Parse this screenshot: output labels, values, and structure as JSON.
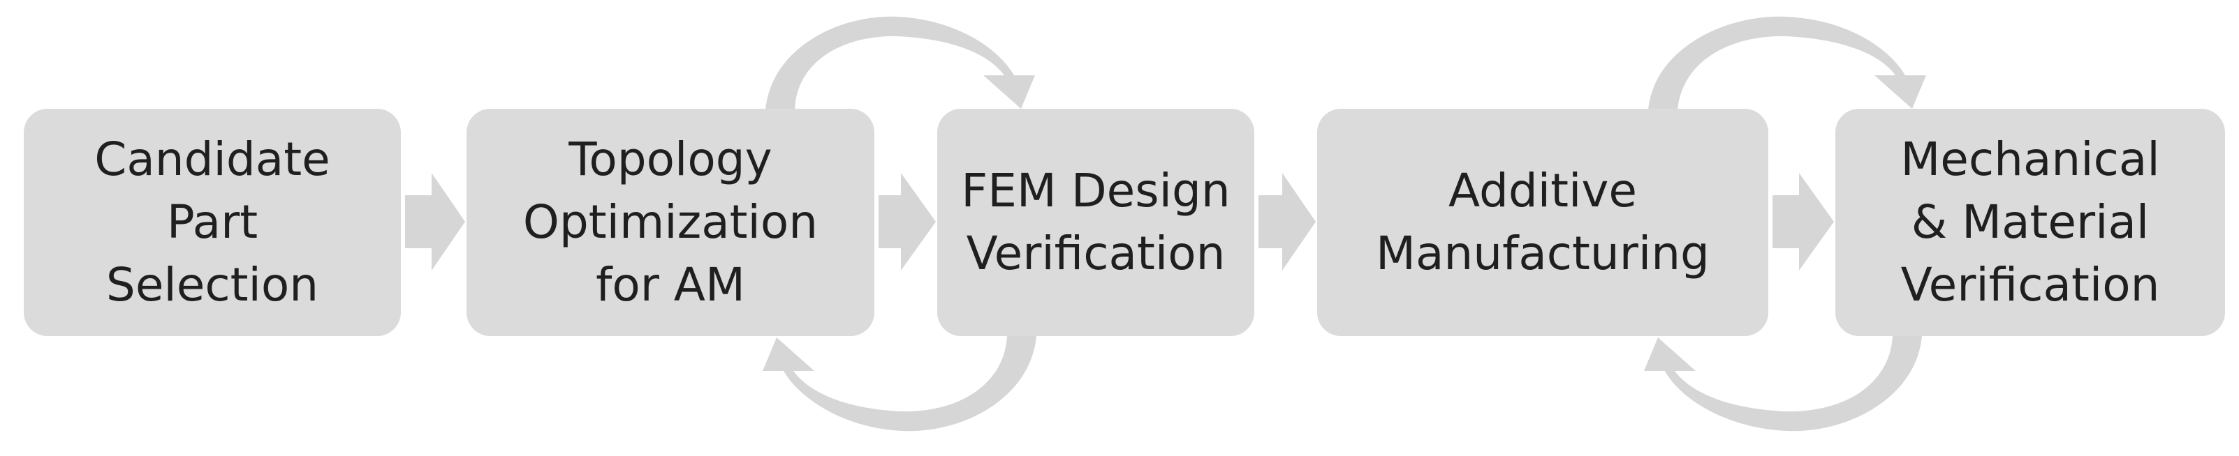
{
  "steps": [
    {
      "id": "candidate-part-selection",
      "lines": [
        "Candidate",
        "Part",
        "Selection"
      ]
    },
    {
      "id": "topology-optimization",
      "lines": [
        "Topology",
        "Optimization",
        "for AM"
      ]
    },
    {
      "id": "fem-design-verification",
      "lines": [
        "FEM Design",
        "Verification"
      ]
    },
    {
      "id": "additive-manufacturing",
      "lines": [
        "Additive",
        "Manufacturing"
      ]
    },
    {
      "id": "mechanical-material-verification",
      "lines": [
        "Mechanical",
        "& Material",
        "Verification"
      ]
    }
  ],
  "colors": {
    "box_fill": "#dbdbdb",
    "arrow_fill": "#d6d6d6",
    "text": "#1f1f1f",
    "background": "#ffffff"
  },
  "connections": [
    {
      "from": "candidate-part-selection",
      "to": "topology-optimization",
      "style": "block-arrow"
    },
    {
      "from": "topology-optimization",
      "to": "fem-design-verification",
      "style": "block-arrow"
    },
    {
      "from": "fem-design-verification",
      "to": "additive-manufacturing",
      "style": "block-arrow"
    },
    {
      "from": "additive-manufacturing",
      "to": "mechanical-material-verification",
      "style": "block-arrow"
    }
  ],
  "feedback_loops": [
    {
      "from": "topology-optimization",
      "to": "fem-design-verification",
      "direction": "forward",
      "position": "top"
    },
    {
      "from": "fem-design-verification",
      "to": "topology-optimization",
      "direction": "backward",
      "position": "bottom"
    },
    {
      "from": "additive-manufacturing",
      "to": "mechanical-material-verification",
      "direction": "forward",
      "position": "top"
    },
    {
      "from": "mechanical-material-verification",
      "to": "additive-manufacturing",
      "direction": "backward",
      "position": "bottom"
    }
  ]
}
